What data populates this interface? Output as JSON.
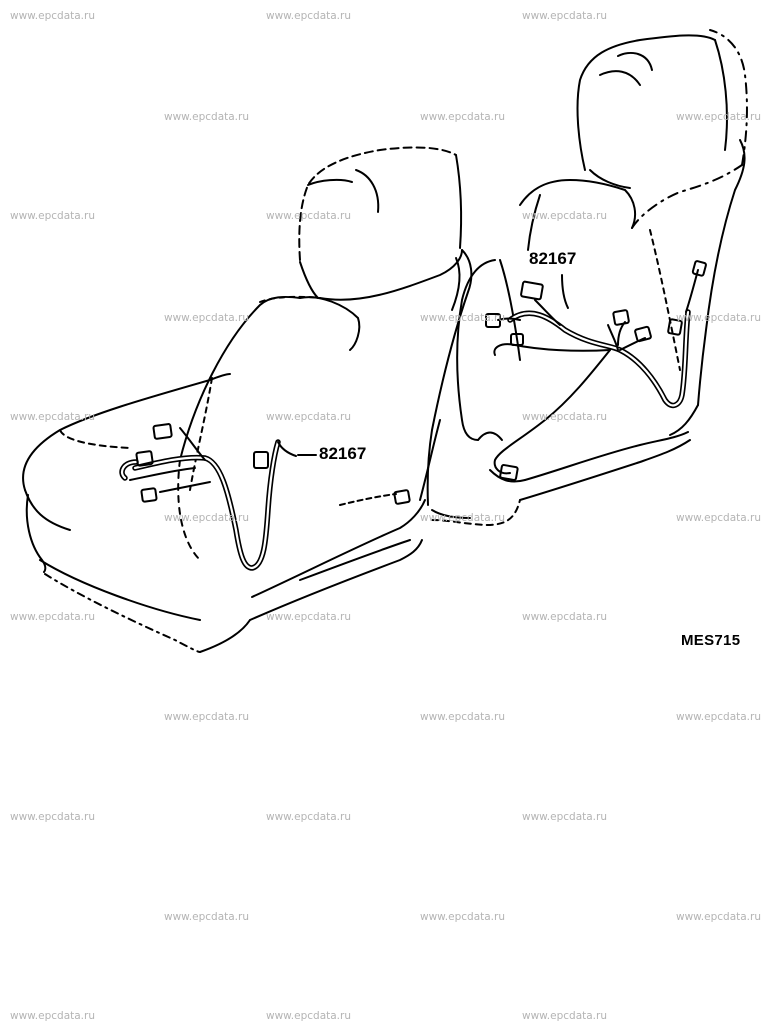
{
  "watermark_text": "www.epcdata.ru",
  "parts": [
    {
      "number": "82167"
    },
    {
      "number": "82167"
    }
  ],
  "figure_code": "MES715",
  "colors": {
    "line": "#000000",
    "watermark": "#b4b4b4",
    "background": "#ffffff"
  }
}
